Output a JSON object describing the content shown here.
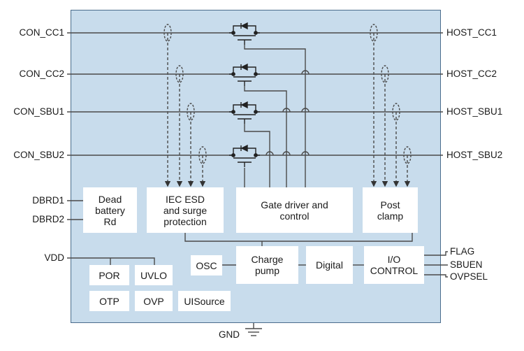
{
  "pins_left": {
    "con_cc1": "CON_CC1",
    "con_cc2": "CON_CC2",
    "con_sbu1": "CON_SBU1",
    "con_sbu2": "CON_SBU2",
    "dbrd1": "DBRD1",
    "dbrd2": "DBRD2",
    "vdd": "VDD"
  },
  "pins_right": {
    "host_cc1": "HOST_CC1",
    "host_cc2": "HOST_CC2",
    "host_sbu1": "HOST_SBU1",
    "host_sbu2": "HOST_SBU2",
    "flag": "FLAG",
    "sbuen": "SBUEN",
    "ovpsel": "OVPSEL"
  },
  "ground": "GND",
  "blocks": {
    "dead_battery": "Dead\nbattery\nRd",
    "esd": "IEC ESD\nand surge\nprotection",
    "gate_driver": "Gate driver and\ncontrol",
    "post_clamp": "Post\nclamp",
    "osc": "OSC",
    "charge_pump": "Charge\npump",
    "digital": "Digital",
    "io_control": "I/O\nCONTROL",
    "por": "POR",
    "uvlo": "UVLO",
    "otp": "OTP",
    "ovp": "OVP",
    "uisource": "UISource"
  },
  "colors": {
    "chip_fill": "#c8dcec",
    "line": "#4a4a4a",
    "block_fill": "#ffffff"
  }
}
